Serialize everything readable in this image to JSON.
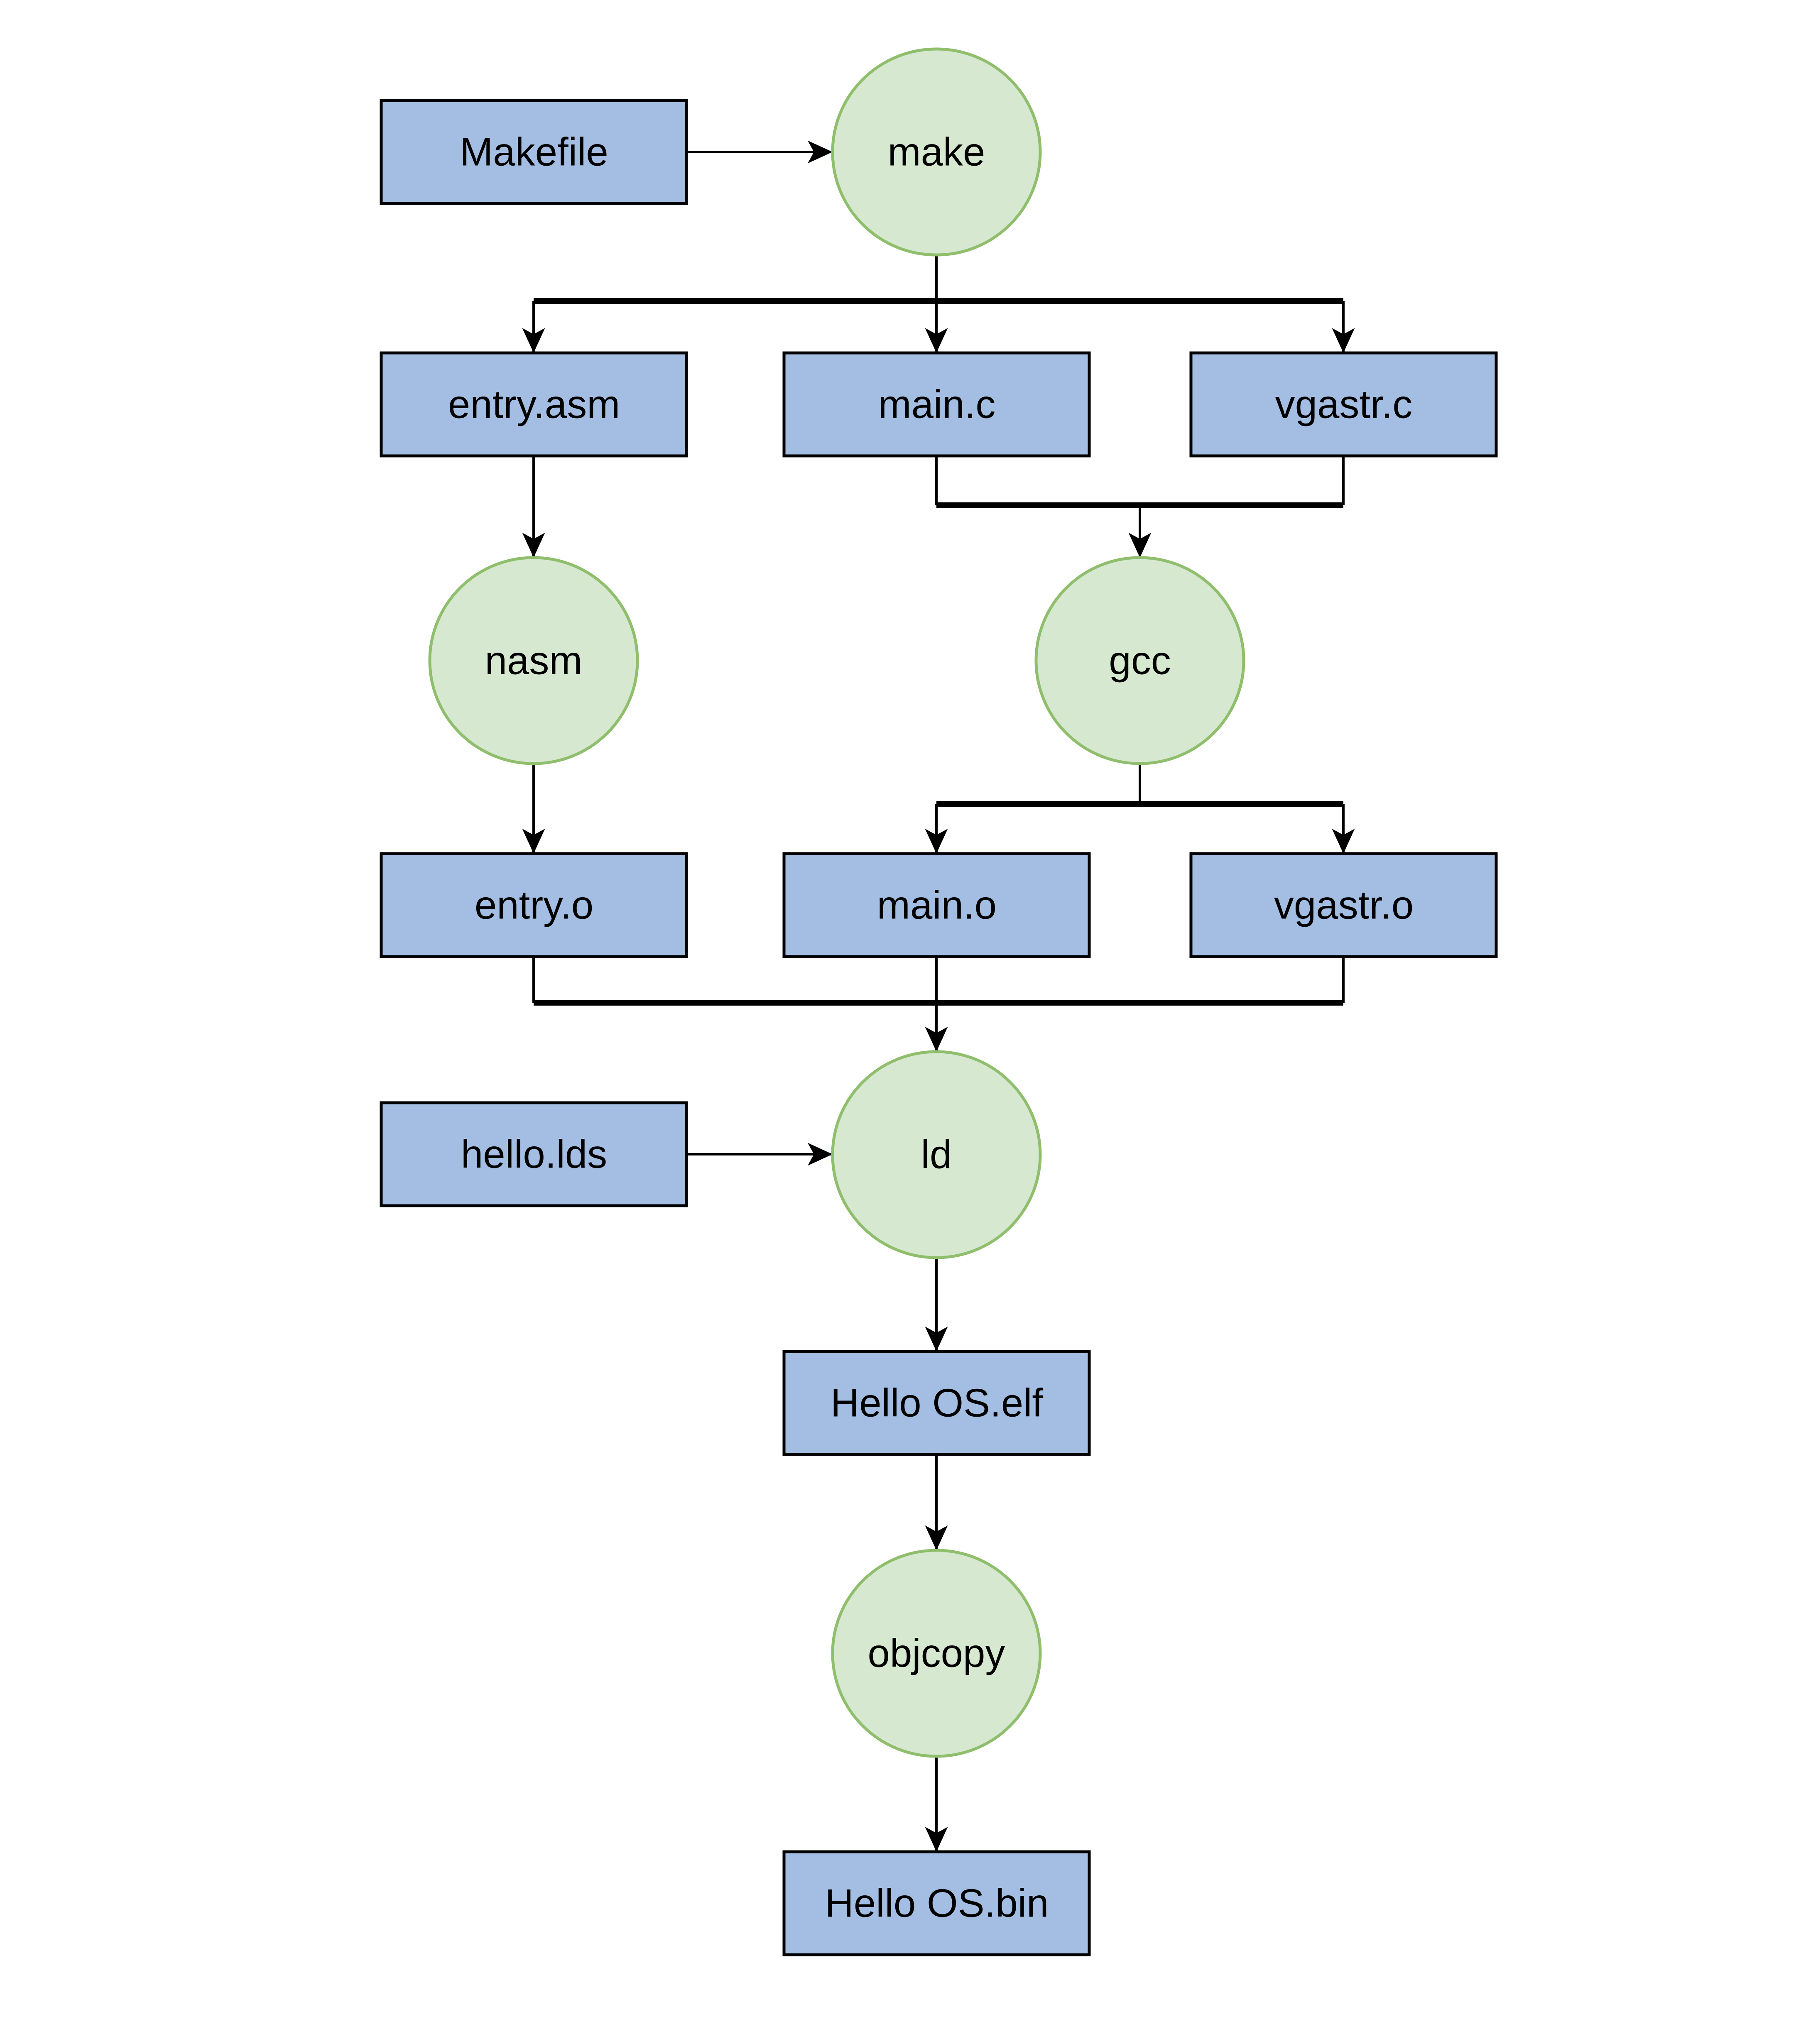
{
  "diagram": {
    "type": "flowchart",
    "background": "#ffffff",
    "colors": {
      "file_fill": "#a3bee2",
      "file_border": "#000000",
      "tool_fill": "#d7e8d1",
      "tool_border": "#8fbe6c",
      "edge": "#000000",
      "text": "#000000"
    },
    "nodes": {
      "makefile": "Makefile",
      "make": "make",
      "entry_asm": "entry.asm",
      "main_c": "main.c",
      "vgastr_c": "vgastr.c",
      "nasm": "nasm",
      "gcc": "gcc",
      "entry_o": "entry.o",
      "main_o": "main.o",
      "vgastr_o": "vgastr.o",
      "hello_lds": "hello.lds",
      "ld": "ld",
      "hello_os_elf": "Hello OS.elf",
      "objcopy": "objcopy",
      "hello_os_bin": "Hello OS.bin"
    },
    "edges": [
      {
        "from": "Makefile",
        "to": "make"
      },
      {
        "from": "make",
        "to": "entry.asm"
      },
      {
        "from": "make",
        "to": "main.c"
      },
      {
        "from": "make",
        "to": "vgastr.c"
      },
      {
        "from": "entry.asm",
        "to": "nasm"
      },
      {
        "from": "main.c",
        "to": "gcc"
      },
      {
        "from": "vgastr.c",
        "to": "gcc"
      },
      {
        "from": "nasm",
        "to": "entry.o"
      },
      {
        "from": "gcc",
        "to": "main.o"
      },
      {
        "from": "gcc",
        "to": "vgastr.o"
      },
      {
        "from": "entry.o",
        "to": "ld"
      },
      {
        "from": "main.o",
        "to": "ld"
      },
      {
        "from": "vgastr.o",
        "to": "ld"
      },
      {
        "from": "hello.lds",
        "to": "ld"
      },
      {
        "from": "ld",
        "to": "Hello OS.elf"
      },
      {
        "from": "Hello OS.elf",
        "to": "objcopy"
      },
      {
        "from": "objcopy",
        "to": "Hello OS.bin"
      }
    ]
  }
}
